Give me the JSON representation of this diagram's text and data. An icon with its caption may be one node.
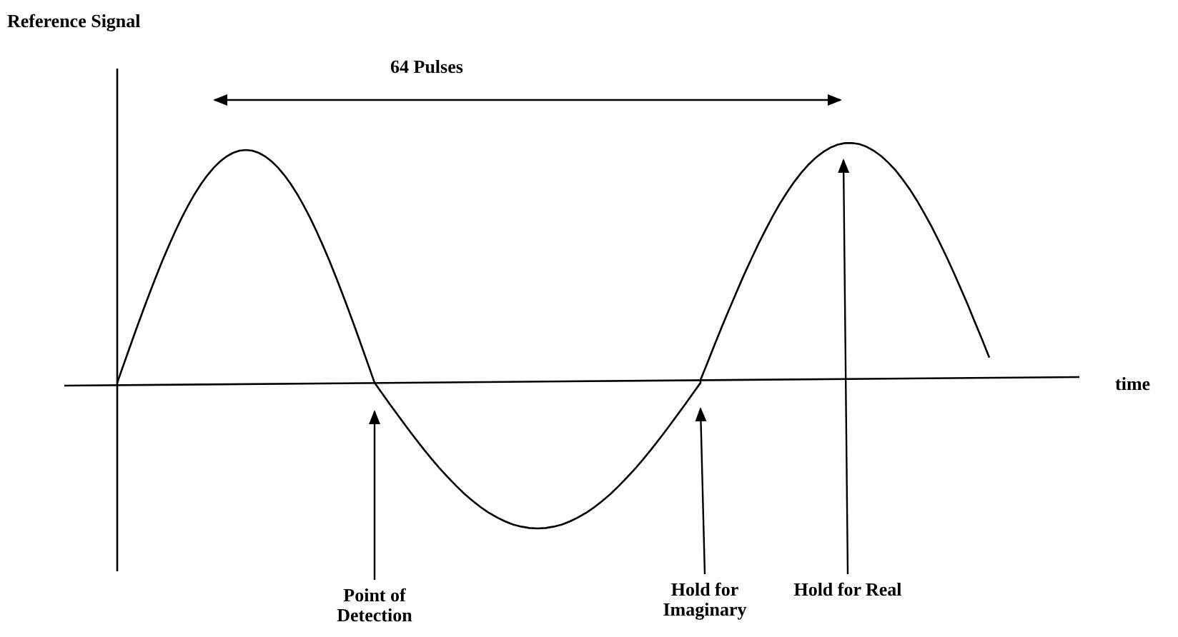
{
  "diagram": {
    "nodes": [
      {
        "text": [
          "Point of Detection"
        ]
      },
      {
        "text": [
          "Hold for Imaginary"
        ]
      },
      {
        "text": [
          "Hold for Real"
        ]
      }
    ],
    "edges": [
      {
        "from": 0,
        "to": null,
        "arrow": "to"
      },
      {
        "from": 1,
        "to": null,
        "arrow": "to"
      },
      {
        "from": 2,
        "to": null,
        "arrow": "to"
      }
    ],
    "labels": [
      "Reference Signal",
      "64 Pulses",
      "time"
    ]
  }
}
